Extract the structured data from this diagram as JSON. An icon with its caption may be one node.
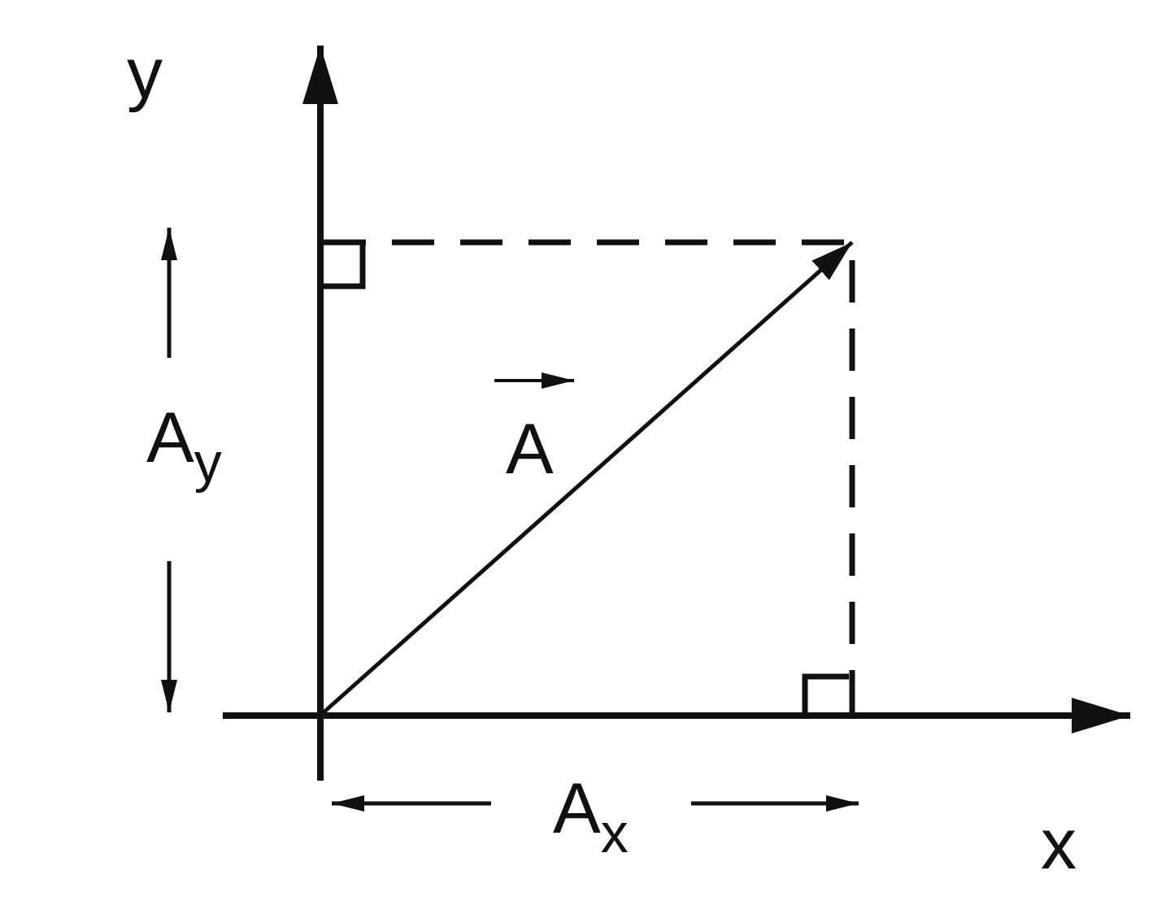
{
  "diagram": {
    "labels": [
      "y",
      "A$_{y}$",
      "A",
      "A$_{x}$",
      "x"
    ]
  }
}
